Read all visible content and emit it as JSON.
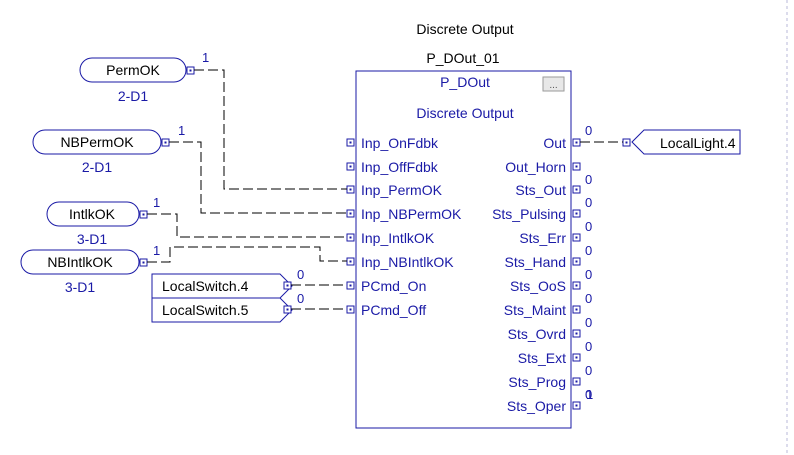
{
  "block": {
    "header": "Discrete Output",
    "instance": "P_DOut_01",
    "type": "P_DOut",
    "description": "Discrete Output",
    "button": "...",
    "inputs": [
      "Inp_OnFdbk",
      "Inp_OffFdbk",
      "Inp_PermOK",
      "Inp_NBPermOK",
      "Inp_IntlkOK",
      "Inp_NBIntlkOK",
      "PCmd_On",
      "PCmd_Off"
    ],
    "outputs": [
      {
        "name": "Out",
        "value": "0"
      },
      {
        "name": "Out_Horn",
        "value": "0"
      },
      {
        "name": "Sts_Out",
        "value": "0"
      },
      {
        "name": "Sts_Pulsing",
        "value": "0"
      },
      {
        "name": "Sts_Err",
        "value": "0"
      },
      {
        "name": "Sts_Hand",
        "value": "0"
      },
      {
        "name": "Sts_OoS",
        "value": "0"
      },
      {
        "name": "Sts_Maint",
        "value": "0"
      },
      {
        "name": "Sts_Ovrd",
        "value": "0"
      },
      {
        "name": "Sts_Ext",
        "value": "0"
      },
      {
        "name": "Sts_Prog",
        "value": "0"
      },
      {
        "name": "Sts_Oper",
        "value": "1"
      }
    ]
  },
  "input_refs": [
    {
      "name": "PermOK",
      "value": "1",
      "xref": "2-D1"
    },
    {
      "name": "NBPermOK",
      "value": "1",
      "xref": "2-D1"
    },
    {
      "name": "IntlkOK",
      "value": "1",
      "xref": "3-D1"
    },
    {
      "name": "NBIntlkOK",
      "value": "1",
      "xref": "3-D1"
    }
  ],
  "input_tags": [
    {
      "name": "LocalSwitch.4",
      "value": "0"
    },
    {
      "name": "LocalSwitch.5",
      "value": "0"
    }
  ],
  "output_ref": {
    "name": "LocalLight.4"
  },
  "colors": {
    "block": "#1a1aa6",
    "wire": "#000000",
    "text": "#1a1aa6"
  }
}
